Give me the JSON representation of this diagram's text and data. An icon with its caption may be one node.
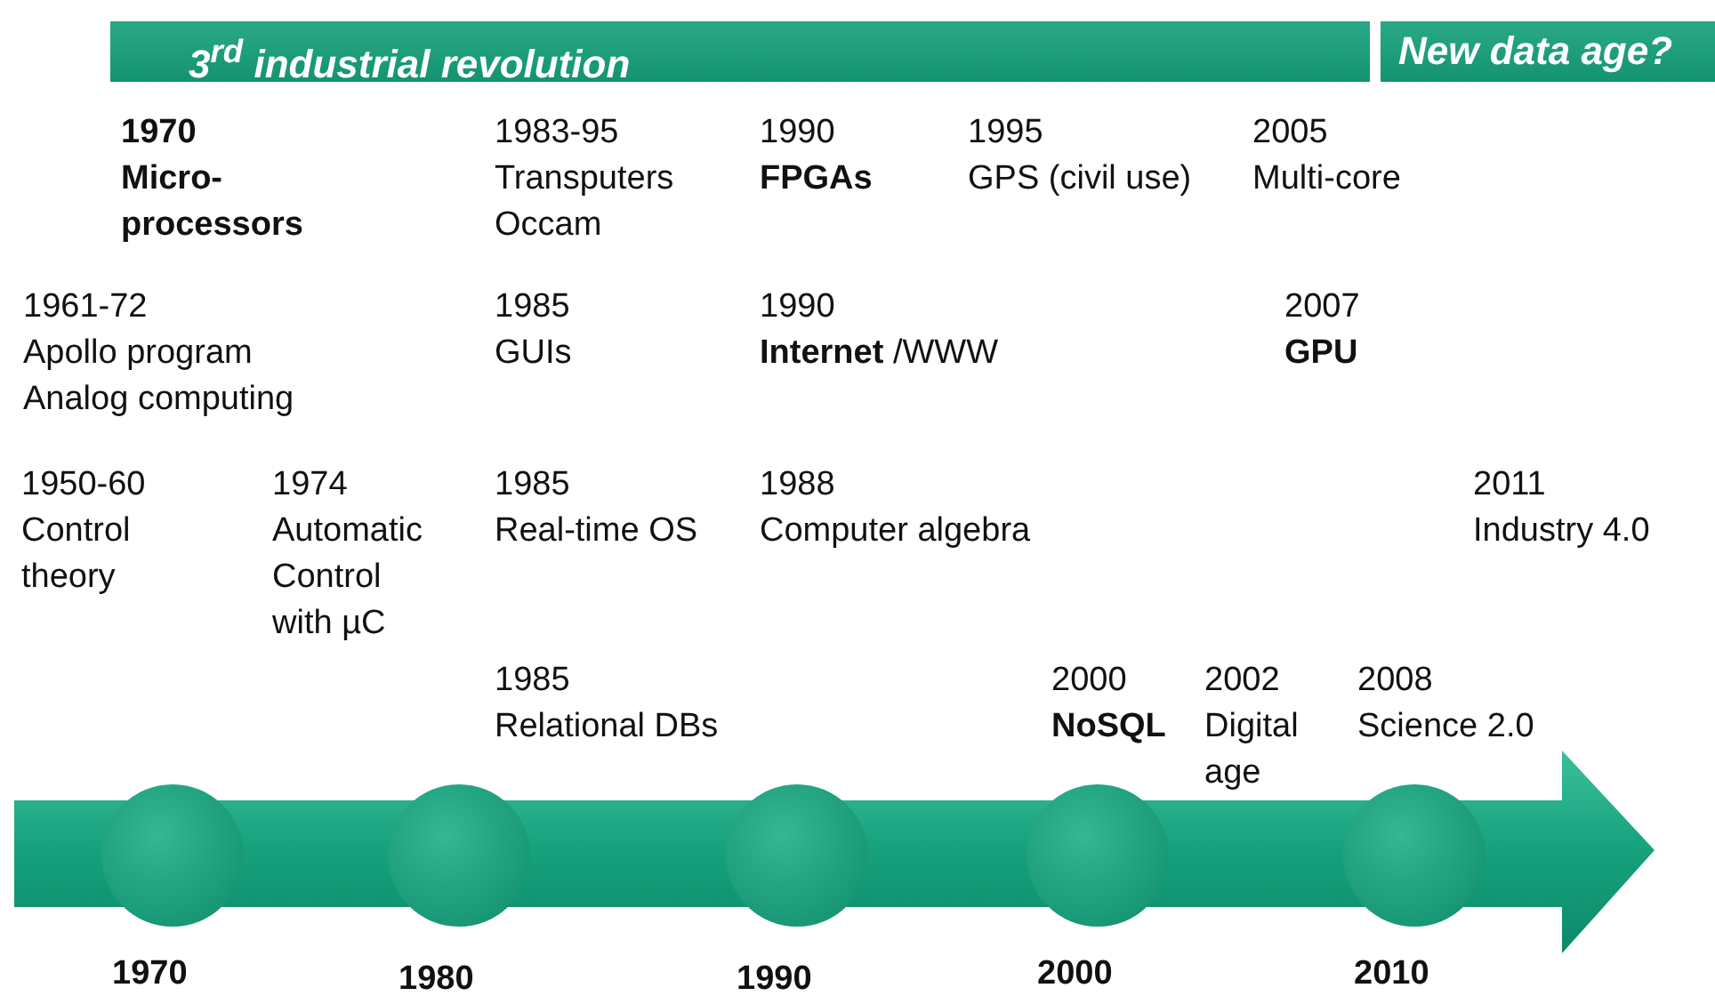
{
  "diagram": {
    "nodes": [
      {
        "text": [
          "3$^{rd}$ industrial revolution"
        ]
      },
      {
        "text": [
          "New data age?"
        ]
      },
      {
        "text": [],
        "shape": "arrow"
      },
      {
        "text": [],
        "shape": "circle",
        "in": 2,
        "beside": [
          "1970"
        ]
      },
      {
        "text": [],
        "shape": "circle",
        "in": 2,
        "beside": [
          "1980"
        ]
      },
      {
        "text": [],
        "shape": "circle",
        "in": 2,
        "beside": [
          "1990"
        ]
      },
      {
        "text": [],
        "shape": "circle",
        "in": 2,
        "beside": [
          "2000"
        ]
      },
      {
        "text": [],
        "shape": "circle",
        "in": 2,
        "beside": [
          "2010"
        ]
      }
    ],
    "edges": [],
    "labels": [
      "1970 Micro-processors",
      "1983-95 Transputers Occam",
      "1990 **FPGAs**",
      "1995 GPS (civil use)",
      "2005 Multi-core",
      "1961-72 Apollo program Analog computing",
      "1985 GUIs",
      "1990 **Internet** /WWW",
      "2007 **GPU**",
      "1950-60 Control theory",
      "1974 Automatic Control with µC",
      "1985 Real-time OS",
      "1988 Computer algebra",
      "2011 Industry 4.0",
      "1985 Relational DBs",
      "2000 **NoSQL**",
      "2002 Digital age",
      "2008 Science 2.0"
    ]
  }
}
